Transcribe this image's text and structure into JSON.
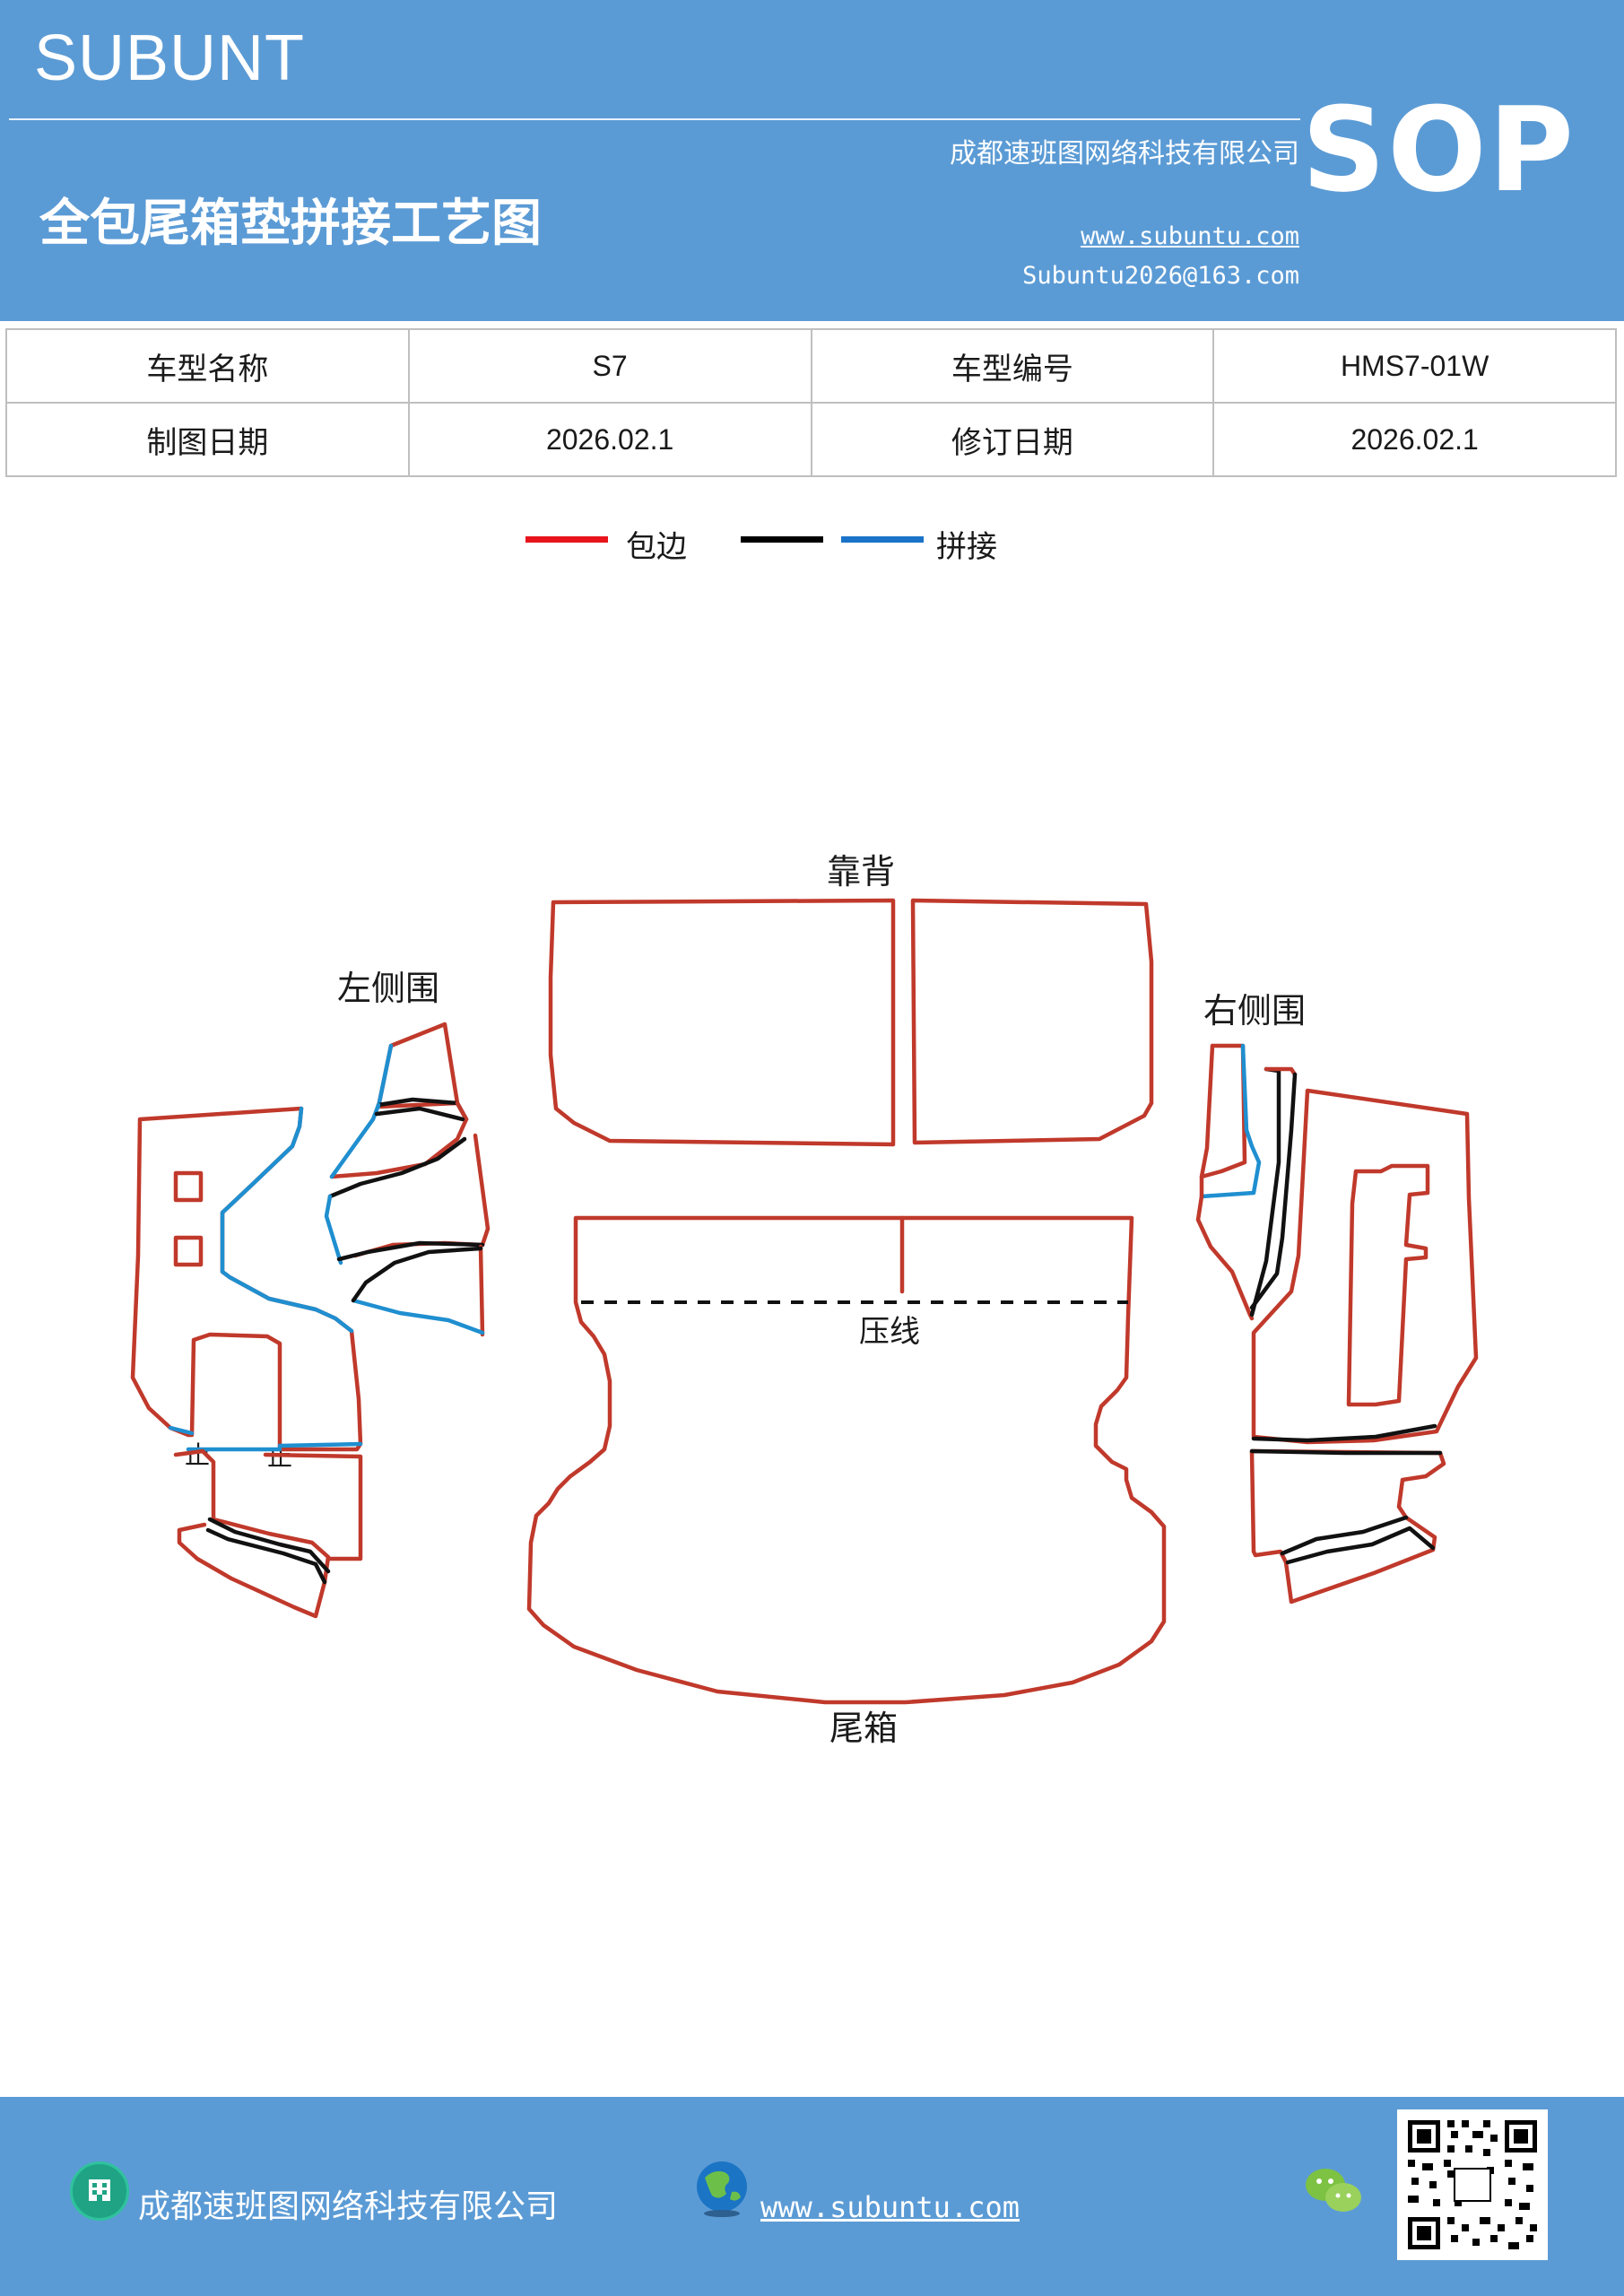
{
  "header": {
    "brand": "SUBUNT",
    "company": "成都速班图网络科技有限公司",
    "title": "全包尾箱垫拼接工艺图",
    "website": "www.subuntu.com",
    "email": "Subuntu2026@163.com",
    "badge": "SOP"
  },
  "info_table": {
    "rows": [
      {
        "label1": "车型名称",
        "value1": "S7",
        "label2": "车型编号",
        "value2": "HMS7-01W"
      },
      {
        "label1": "制图日期",
        "value1": "2026.02.1",
        "label2": "修订日期",
        "value2": "2026.02.1"
      }
    ]
  },
  "legend": {
    "items": [
      {
        "label": "包边",
        "color": "#e8141c"
      },
      {
        "label": "",
        "color": "#000000"
      },
      {
        "label": "拼接",
        "color": "#1a73c8"
      }
    ]
  },
  "diagram": {
    "labels": {
      "backrest": "靠背",
      "left_side": "左侧围",
      "right_side": "右侧围",
      "crease": "压线",
      "trunk": "尾箱",
      "stop1": "止",
      "stop2": "止"
    },
    "colors": {
      "edge": "#c0392b",
      "seam_black": "#111111",
      "seam_blue": "#1f8fd0"
    }
  },
  "footer": {
    "company": "成都速班图网络科技有限公司",
    "website": "www.subuntu.com",
    "icons": [
      "building-icon",
      "globe-icon",
      "wechat-icon",
      "qr-code"
    ]
  }
}
